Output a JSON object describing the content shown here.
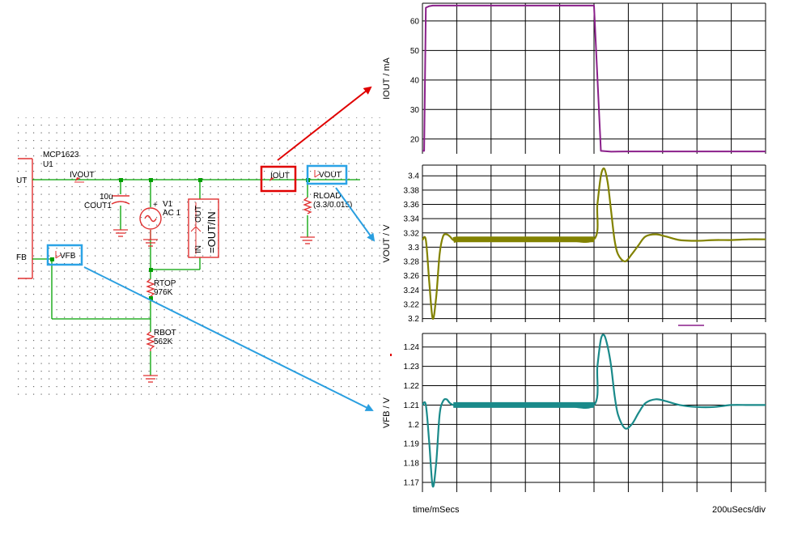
{
  "schematic": {
    "ic_name": "MCP1623",
    "ic_ref": "U1",
    "ic_pin_out": "UT",
    "ic_pin_fb": "FB",
    "probe_ivout": "IVOUT",
    "probe_iout": "IOUT",
    "probe_vout": "VOUT",
    "probe_vfb": "VFB",
    "cap_value": "10u",
    "cap_ref": "COUT1",
    "src_ref": "V1",
    "src_value": "AC 1",
    "src_plus": "+",
    "func_out": "OUT",
    "func_in": "IN",
    "func_expr": "=OUT/IN",
    "rload_ref": "RLOAD",
    "rload_value": "(3.3/0.015)",
    "rtop_ref": "RTOP",
    "rtop_value": "976K",
    "rbot_ref": "RBOT",
    "rbot_value": "562K"
  },
  "colors": {
    "wire": "#00a000",
    "component": "#e03030",
    "probe_box_red": "#e00000",
    "probe_box_blue": "#2ba3e6",
    "arrow_red": "#e00000",
    "arrow_blue": "#2a9fe0",
    "iout_trace": "#8a1f8a",
    "vout_trace": "#828200",
    "vfb_trace": "#1a8a8a"
  },
  "chart_data": [
    {
      "type": "line",
      "ylabel": "IOUT / mA",
      "ylim": [
        15,
        66
      ],
      "yticks": [
        "20",
        "30",
        "40",
        "50",
        "60"
      ],
      "series": [
        {
          "x": [
            0,
            0.01,
            0.02,
            0.04,
            0.06,
            1.0,
            1.04,
            1.1,
            1.2,
            1.4,
            1.6,
            2.0
          ],
          "values": [
            16,
            16,
            64.5,
            65,
            65.2,
            65.2,
            16,
            15.7,
            15.8,
            15.8,
            15.8,
            15.8
          ]
        }
      ]
    },
    {
      "type": "line",
      "ylabel": "VOUT / V",
      "ylim": [
        3.195,
        3.415
      ],
      "yticks": [
        "3.4",
        "3.38",
        "3.36",
        "3.34",
        "3.32",
        "3.3",
        "3.28",
        "3.26",
        "3.24",
        "3.22",
        "3.2"
      ],
      "series": [
        {
          "x": [
            0,
            0.02,
            0.04,
            0.06,
            0.08,
            0.1,
            0.12,
            0.14,
            0.16,
            0.18,
            0.2,
            0.25,
            0.3,
            0.5,
            0.8,
            1.0,
            1.02,
            1.04,
            1.06,
            1.08,
            1.1,
            1.12,
            1.14,
            1.18,
            1.22,
            1.26,
            1.3,
            1.36,
            1.42,
            1.5,
            1.6,
            1.7,
            1.8,
            1.9,
            2.0
          ],
          "values": [
            3.31,
            3.31,
            3.25,
            3.2,
            3.23,
            3.29,
            3.315,
            3.318,
            3.315,
            3.31,
            3.311,
            3.311,
            3.311,
            3.311,
            3.311,
            3.311,
            3.36,
            3.4,
            3.41,
            3.39,
            3.35,
            3.31,
            3.29,
            3.28,
            3.29,
            3.303,
            3.315,
            3.318,
            3.315,
            3.31,
            3.309,
            3.31,
            3.31,
            3.311,
            3.311
          ]
        }
      ]
    },
    {
      "type": "line",
      "ylabel": "VFB / V",
      "xlabel": "time/mSecs",
      "xscale": "200uSecs/div",
      "ylim": [
        1.165,
        1.247
      ],
      "yticks": [
        "1.24",
        "1.23",
        "1.22",
        "1.21",
        "1.2",
        "1.19",
        "1.18",
        "1.17"
      ],
      "series": [
        {
          "x": [
            0,
            0.02,
            0.04,
            0.06,
            0.08,
            0.1,
            0.12,
            0.14,
            0.16,
            0.18,
            0.2,
            0.3,
            0.5,
            0.8,
            1.0,
            1.02,
            1.04,
            1.06,
            1.08,
            1.1,
            1.12,
            1.14,
            1.18,
            1.22,
            1.26,
            1.3,
            1.36,
            1.42,
            1.5,
            1.6,
            1.7,
            1.8,
            1.9,
            2.0
          ],
          "values": [
            1.21,
            1.21,
            1.19,
            1.168,
            1.18,
            1.205,
            1.212,
            1.213,
            1.211,
            1.21,
            1.21,
            1.21,
            1.21,
            1.21,
            1.21,
            1.23,
            1.244,
            1.246,
            1.24,
            1.23,
            1.215,
            1.205,
            1.198,
            1.2,
            1.206,
            1.211,
            1.213,
            1.212,
            1.21,
            1.209,
            1.209,
            1.21,
            1.21,
            1.21
          ]
        }
      ]
    }
  ]
}
